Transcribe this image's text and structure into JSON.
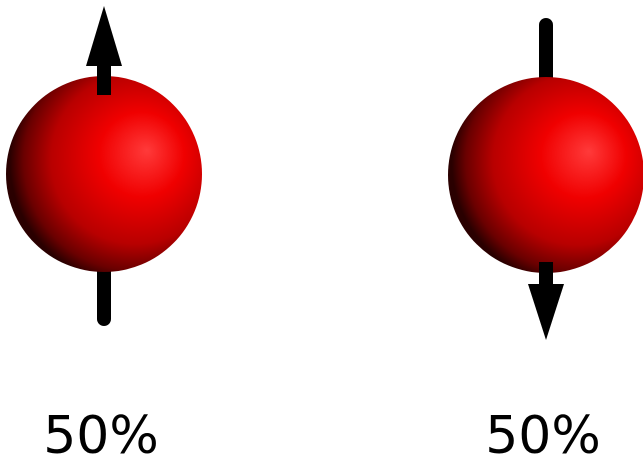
{
  "colors": {
    "sphere": "#ff0a0a",
    "sphere_shadow": "#2a0000",
    "arrow": "#000000",
    "background": "#ffffff"
  },
  "spins": [
    {
      "direction": "up",
      "percentage": "50%"
    },
    {
      "direction": "down",
      "percentage": "50%"
    }
  ]
}
